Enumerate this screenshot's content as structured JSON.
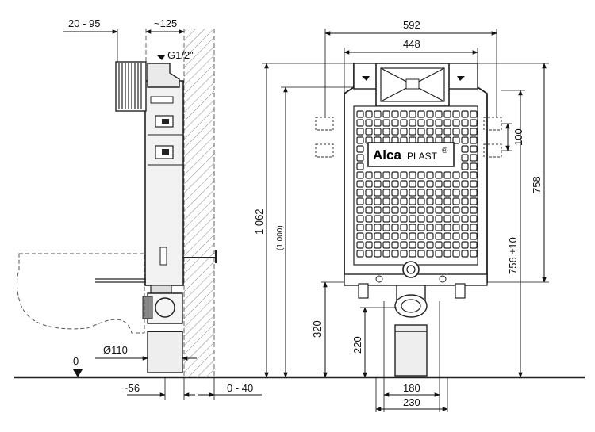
{
  "side_view": {
    "dim_top_adjust": "20 - 95",
    "dim_top_depth": "~125",
    "thread": "G1/2\"",
    "pipe_diameter": "Ø110",
    "floor_zero": "0",
    "dim_bottom_offset": "~56",
    "dim_bottom_wall": "0 - 40"
  },
  "front_view": {
    "width_outer": "592",
    "width_inner": "448",
    "height_total": "1 062",
    "height_frame": "(1 000)",
    "height_drain": "320",
    "height_outlet": "220",
    "width_legs": "180",
    "width_base": "230",
    "height_upper": "758",
    "height_adjust": "756 ±10",
    "bolt_spacing": "100",
    "brand_main": "Alca",
    "brand_sub": "PLAST",
    "brand_mark": "®"
  }
}
